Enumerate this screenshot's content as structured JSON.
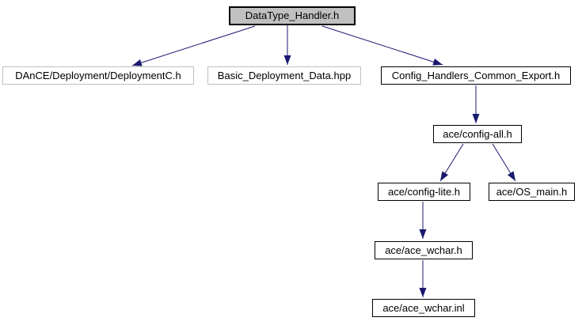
{
  "diagram": {
    "type": "include-dependency-graph",
    "background_color": "#ffffff",
    "arrow_color": "#191970",
    "node_border_color": "#000000",
    "unlinked_node_border_color": "#c0c0c0",
    "root_node_fill": "#c0c0c0",
    "node_fill": "#ffffff",
    "text_color": "#000000"
  },
  "nodes": [
    {
      "label": "DataType_Handler.h",
      "role": "root"
    },
    {
      "label": "DAnCE/Deployment/DeploymentC.h",
      "role": "unlinked"
    },
    {
      "label": "Basic_Deployment_Data.hpp",
      "role": "unlinked"
    },
    {
      "label": "Config_Handlers_Common_Export.h",
      "role": "linked"
    },
    {
      "label": "ace/config-all.h",
      "role": "linked"
    },
    {
      "label": "ace/config-lite.h",
      "role": "linked"
    },
    {
      "label": "ace/OS_main.h",
      "role": "linked"
    },
    {
      "label": "ace/ace_wchar.h",
      "role": "linked"
    },
    {
      "label": "ace/ace_wchar.inl",
      "role": "linked"
    }
  ],
  "edges": [
    {
      "from": "DataType_Handler.h",
      "to": "DAnCE/Deployment/DeploymentC.h"
    },
    {
      "from": "DataType_Handler.h",
      "to": "Basic_Deployment_Data.hpp"
    },
    {
      "from": "DataType_Handler.h",
      "to": "Config_Handlers_Common_Export.h"
    },
    {
      "from": "Config_Handlers_Common_Export.h",
      "to": "ace/config-all.h"
    },
    {
      "from": "ace/config-all.h",
      "to": "ace/config-lite.h"
    },
    {
      "from": "ace/config-all.h",
      "to": "ace/OS_main.h"
    },
    {
      "from": "ace/config-lite.h",
      "to": "ace/ace_wchar.h"
    },
    {
      "from": "ace/ace_wchar.h",
      "to": "ace/ace_wchar.inl"
    }
  ]
}
